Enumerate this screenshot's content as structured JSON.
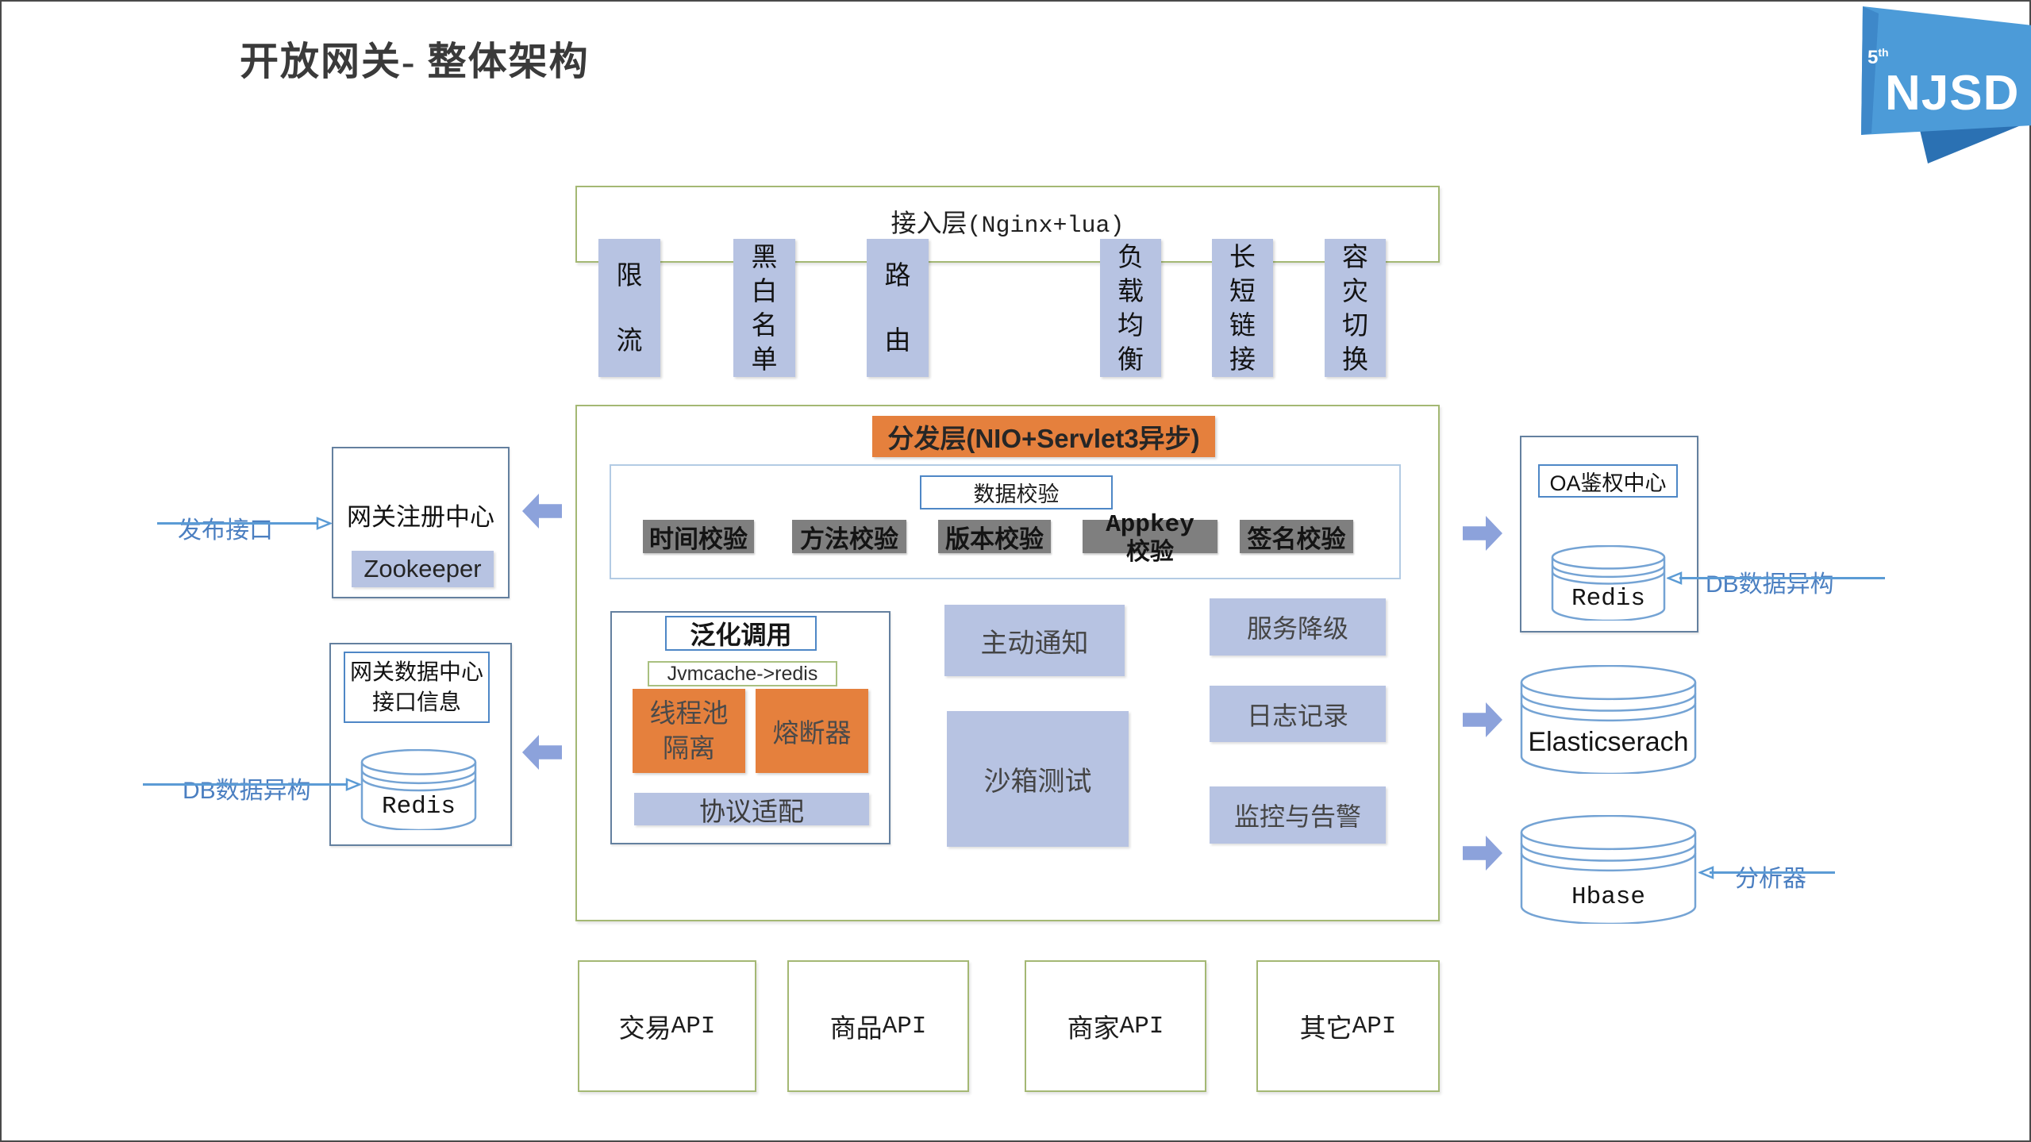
{
  "page": {
    "title": "开放网关- 整体架构"
  },
  "logo": {
    "edition": "5",
    "edition_sup": "th",
    "text": "NJSD"
  },
  "colors": {
    "accent_orange": "#E5803D",
    "periwinkle_fill": "#B7C3E2",
    "gray_fill": "#7F7F7F",
    "green_border": "#A4B874",
    "slate_border": "#64809F",
    "blue_border": "#4E87C6",
    "block_arrow": "#8CA2DB",
    "annotation_blue": "#4B7FC1",
    "cylinder_stroke": "#74A3D4",
    "logo_blue": "#4C9BD8"
  },
  "access_layer": {
    "title_zh": "接入层",
    "title_en": "(Nginx+lua)",
    "bars": [
      {
        "label": "限流"
      },
      {
        "label": "黑白名单"
      },
      {
        "label": "路由"
      },
      {
        "label": "负载均衡"
      },
      {
        "label": "长短链接"
      },
      {
        "label": "容灾切换"
      }
    ]
  },
  "dispatch_layer": {
    "title": "分发层(NIO+Servlet3异步)",
    "validation": {
      "header": "数据校验",
      "items": [
        "时间校验",
        "方法校验",
        "版本校验",
        "签名校验"
      ],
      "appkey": {
        "line1": "Appkey",
        "line2": "校验"
      }
    },
    "generic_call": {
      "title": "泛化调用",
      "cache": "Jvmcache->redis",
      "thread_pool_line1": "线程池",
      "thread_pool_line2": "隔离",
      "fuse": "熔断器",
      "protocol": "协议适配"
    },
    "middle": {
      "notify": "主动通知",
      "sandbox": "沙箱测试"
    },
    "right_col": [
      "服务降级",
      "日志记录",
      "监控与告警"
    ]
  },
  "left_panel": {
    "publish_label": "发布接口",
    "db_label": "DB数据异构",
    "registry": {
      "title": "网关注册中心",
      "tech": "Zookeeper"
    },
    "data_center": {
      "line1": "网关数据中心",
      "line2": "接口信息",
      "db": "Redis"
    }
  },
  "right_panel": {
    "db_label": "DB数据异构",
    "analyzer_label": "分析器",
    "oa": {
      "title": "OA鉴权中心",
      "db": "Redis"
    },
    "es": "Elasticserach",
    "hbase": "Hbase"
  },
  "api_row": [
    {
      "zh": "交易",
      "en": "API"
    },
    {
      "zh": "商品",
      "en": "API"
    },
    {
      "zh": "商家",
      "en": "API"
    },
    {
      "zh": "其它",
      "en": "API"
    }
  ]
}
